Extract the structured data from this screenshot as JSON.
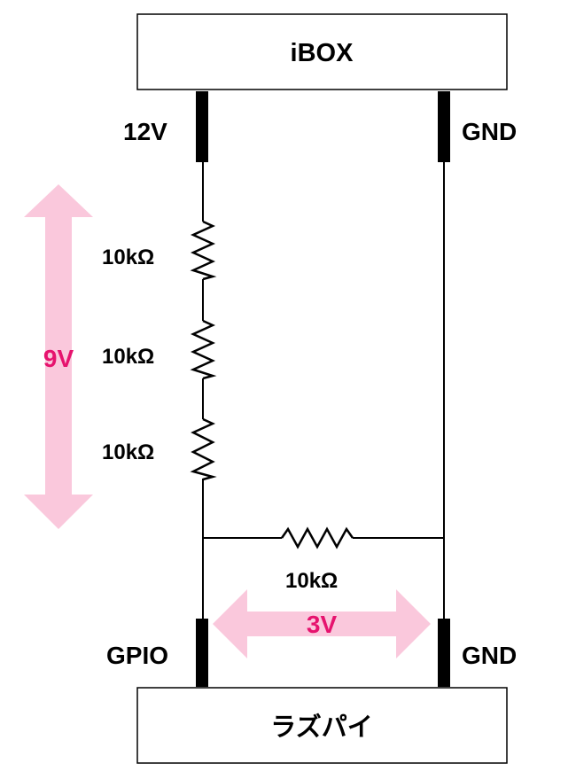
{
  "top_box": {
    "label": "iBOX"
  },
  "bottom_box": {
    "label": "ラズパイ"
  },
  "pins": {
    "top_left": "12V",
    "top_right": "GND",
    "bottom_left": "GPIO",
    "bottom_right": "GND"
  },
  "resistors": {
    "r1": "10kΩ",
    "r2": "10kΩ",
    "r3": "10kΩ",
    "r4": "10kΩ"
  },
  "voltages": {
    "left": "9V",
    "bottom": "3V"
  },
  "colors": {
    "arrow": "#fac8dc",
    "voltage_text": "#e6136e"
  }
}
